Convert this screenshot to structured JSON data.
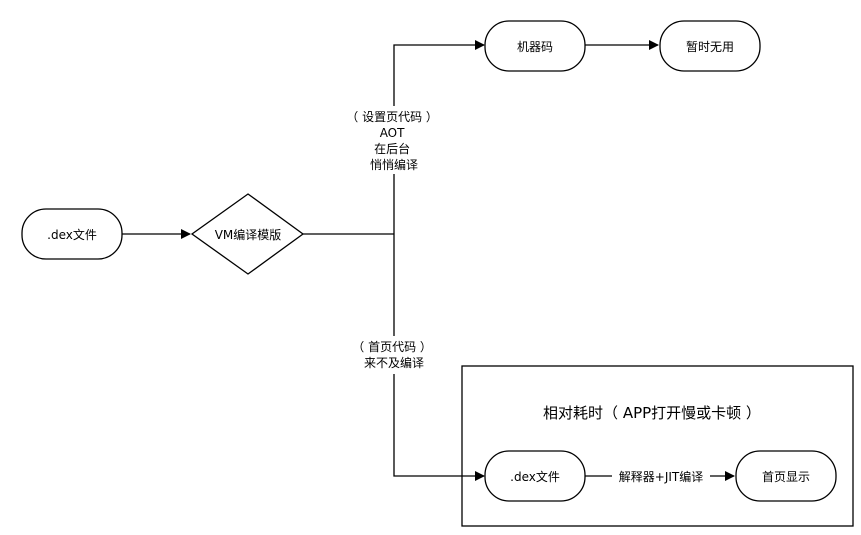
{
  "diagram": {
    "stroke_color": "#000000",
    "fill_color": "#ffffff",
    "nodes": {
      "dex_source": ".dex文件",
      "vm_decision": "VM编译模版",
      "machine_code": "机器码",
      "unused": "暂时无用",
      "dex_home": ".dex文件",
      "home_display": "首页显示"
    },
    "labels": {
      "aot_branch": [
        "（ 设置页代码 ）",
        "AOT",
        "在后台",
        "悄悄编译"
      ],
      "jit_branch": [
        "（ 首页代码 ）",
        "来不及编译"
      ],
      "interpreter_jit": "解释器+JIT编译"
    },
    "container": {
      "title": "相对耗时（ APP打开慢或卡顿 ）"
    }
  }
}
